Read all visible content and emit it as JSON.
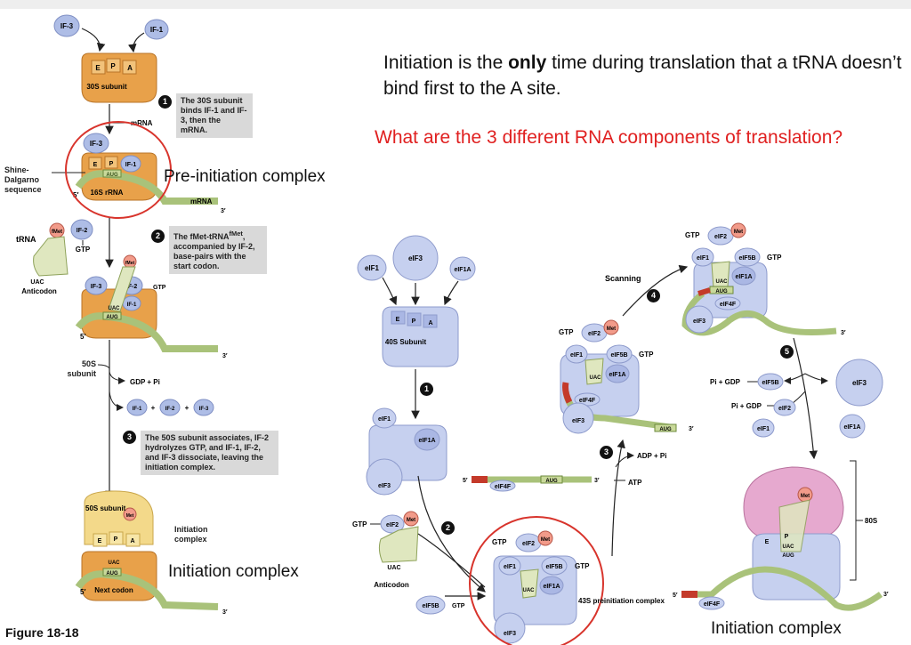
{
  "slide": {
    "heading_part1": "Initiation is the ",
    "heading_bold": "only",
    "heading_part2": " time during translation that a tRNA doesn’t bind first to the A site.",
    "question": "What are the 3 different RNA components of translation?",
    "label_pre_initiation": "Pre-initiation complex",
    "label_initiation_left": "Initiation complex",
    "label_initiation_right": "Initiation complex",
    "figure_title": "Figure 18-18"
  },
  "left_panel": {
    "if3": "IF-3",
    "if1": "IF-1",
    "subunit_30s": "30S subunit",
    "site_e": "E",
    "site_p": "P",
    "site_a": "A",
    "mrna": "mRNA",
    "shine_dalgarno": "Shine-Dalgarno sequence",
    "rrna_16s": "16S rRNA",
    "aug": "AUG",
    "five_prime": "5′",
    "three_prime": "3′",
    "trna": "tRNA",
    "fmet": "fMet",
    "if2": "IF-2",
    "gtp": "GTP",
    "uac": "UAC",
    "anticodon": "Anticodon",
    "if2_gtp": "IF-2 — GTP",
    "subunit_50s": "50S subunit",
    "gdp_pi": "GDP + Pi",
    "if1_plus": "IF-1",
    "if2_plus": "IF-2",
    "if3_plus": "IF-3",
    "plus": "+",
    "met": "Met",
    "initiation_complex_small": "Initiation complex",
    "next_codon": "Next codon",
    "note1": "The 30S subunit binds IF-1 and IF-3, then the mRNA.",
    "note2_a": "The fMet-tRNA",
    "note2_sup": "fMet",
    "note2_b": ", accompanied by IF-2, base-pairs with the start codon.",
    "note3": "The 50S subunit associates, IF-2 hydrolyzes GTP, and IF-1, IF-2, and IF-3 dissociate, leaving the initiation complex.",
    "step1": "1",
    "step2": "2",
    "step3": "3"
  },
  "right_panel": {
    "eif1": "eIF1",
    "eif3": "eIF3",
    "eif1a": "eIF1A",
    "subunit_40s": "40S Subunit",
    "eif4f": "eIF4F",
    "eif2": "eIF2",
    "eif5b": "eIF5B",
    "gtp": "GTP",
    "met": "Met",
    "uac": "UAC",
    "aug": "AUG",
    "anticodon": "Anticodon",
    "scanning": "Scanning",
    "adp_pi": "ADP + Pi",
    "atp": "ATP",
    "pi_gdp": "Pi + GDP",
    "complex_43s": "43S preinitiation complex",
    "ribosome_80s": "80S",
    "five_prime": "5′",
    "three_prime": "3′",
    "step1": "1",
    "step2": "2",
    "step3": "3",
    "step4": "4",
    "step5": "5"
  },
  "colors": {
    "accent_red": "#e02020",
    "subunit_orange": "#e8a14a",
    "factor_blue": "#aebde6",
    "mrna_green": "#a9c27a",
    "large_subunit_pink": "#e6a9cf",
    "large_subunit_yellow": "#f3d98a"
  }
}
